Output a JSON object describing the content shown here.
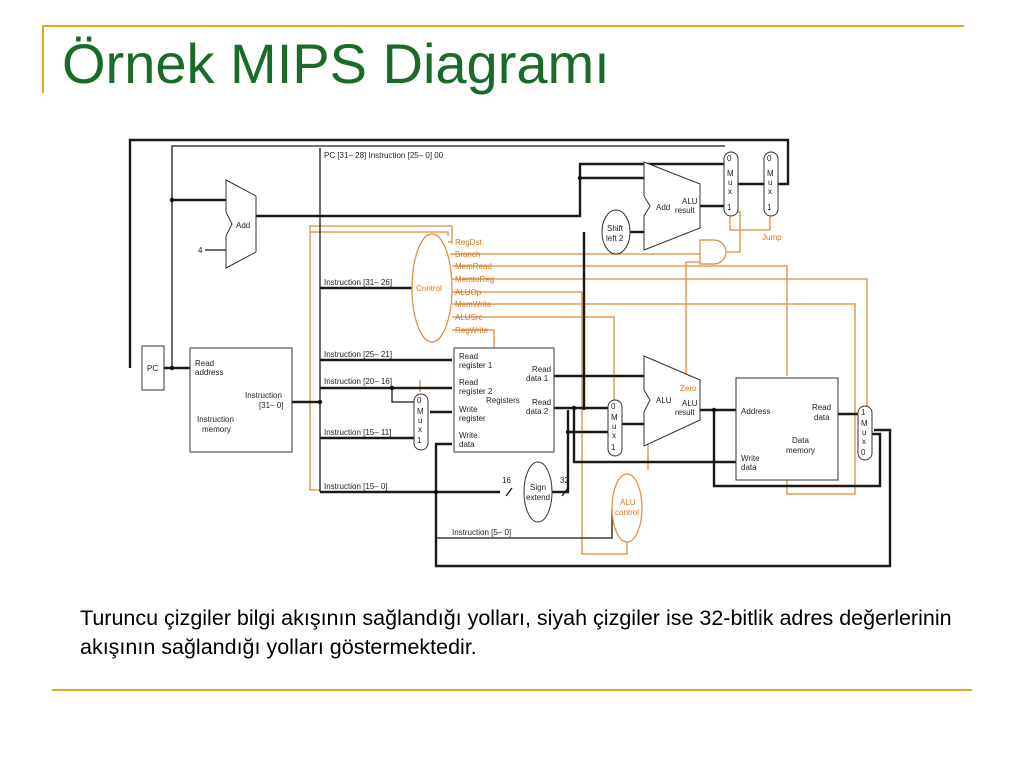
{
  "slide": {
    "title": "Örnek MIPS Diagramı",
    "caption": "Turuncu çizgiler bilgi akışının sağlandığı yolları, siyah çizgiler ise 32-bitlik adres değerlerinin akışının sağlandığı yolları göstermektedir."
  },
  "diagram": {
    "pc": "PC",
    "add_top": "Add",
    "const_four": "4",
    "pc_jump_field": "PC [31– 28]  Instruction [25– 0]  00",
    "instruction_memory": {
      "read_address_1": "Read",
      "read_address_2": "address",
      "instruction_1": "Instruction",
      "instruction_2": "[31– 0]",
      "name_1": "Instruction",
      "name_2": "memory"
    },
    "fields": {
      "f31_26": "Instruction [31– 26]",
      "f25_21": "Instruction [25– 21]",
      "f20_16": "Instruction [20– 16]",
      "f15_11": "Instruction [15– 11]",
      "f15_0": "Instruction [15– 0]",
      "f5_0": "Instruction [5– 0]"
    },
    "control": {
      "name": "Control",
      "signals": [
        "RegDst",
        "Branch",
        "MemRead",
        "MemtoReg",
        "ALUOp",
        "MemWrite",
        "ALUSrc",
        "RegWrite"
      ]
    },
    "registers": {
      "read_reg1_1": "Read",
      "read_reg1_2": "register 1",
      "read_reg2_1": "Read",
      "read_reg2_2": "register 2",
      "write_reg_1": "Write",
      "write_reg_2": "register",
      "write_data_1": "Write",
      "write_data_2": "data",
      "name": "Registers",
      "read_data1_1": "Read",
      "read_data1_2": "data 1",
      "read_data2_1": "Read",
      "read_data2_2": "data 2"
    },
    "mux_letters": [
      "M",
      "u",
      "x"
    ],
    "mux_zero": "0",
    "mux_one": "1",
    "sign_extend": {
      "line1": "Sign",
      "line2": "extend",
      "in_bits": "16",
      "out_bits": "32"
    },
    "shift_left": {
      "line1": "Shift",
      "line2": "left 2"
    },
    "alu_branch": {
      "add": "Add",
      "result_1": "ALU",
      "result_2": "result"
    },
    "alu_main": {
      "name": "ALU",
      "zero": "Zero",
      "result_1": "ALU",
      "result_2": "result"
    },
    "alu_control": {
      "line1": "ALU",
      "line2": "control"
    },
    "jump": "Jump",
    "data_memory": {
      "address": "Address",
      "read_data_1": "Read",
      "read_data_2": "data",
      "write_data_1": "Write",
      "write_data_2": "data",
      "name_1": "Data",
      "name_2": "memory"
    }
  }
}
